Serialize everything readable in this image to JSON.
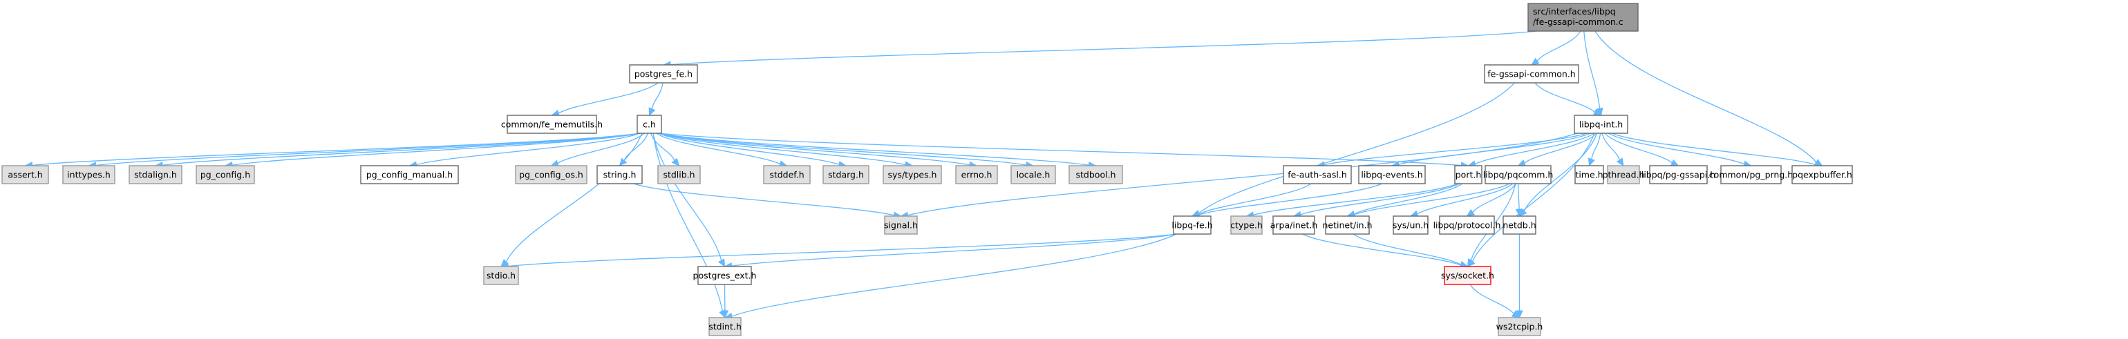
{
  "title": "Include dependency graph for fe-gssapi-common.c",
  "colors": {
    "edge": "#63b8ff",
    "root_fill": "#999999",
    "normal_fill": "#ffffff",
    "system_fill": "#e0e0e0",
    "missing_fill": "#fff0f0",
    "missing_border": "#ff0000"
  },
  "nodes": [
    {
      "id": "root",
      "label": [
        "src/interfaces/libpq",
        "/fe-gssapi-common.c"
      ],
      "kind": "root"
    },
    {
      "id": "postgres_fe",
      "label": [
        "postgres_fe.h"
      ],
      "kind": "normal"
    },
    {
      "id": "fe_gssapi_common_h",
      "label": [
        "fe-gssapi-common.h"
      ],
      "kind": "normal"
    },
    {
      "id": "fe_memutils",
      "label": [
        "common/fe_memutils.h"
      ],
      "kind": "normal"
    },
    {
      "id": "c_h",
      "label": [
        "c.h"
      ],
      "kind": "normal"
    },
    {
      "id": "libpq_int",
      "label": [
        "libpq-int.h"
      ],
      "kind": "normal"
    },
    {
      "id": "assert",
      "label": [
        "assert.h"
      ],
      "kind": "system"
    },
    {
      "id": "inttypes",
      "label": [
        "inttypes.h"
      ],
      "kind": "system"
    },
    {
      "id": "stdalign",
      "label": [
        "stdalign.h"
      ],
      "kind": "system"
    },
    {
      "id": "pg_config",
      "label": [
        "pg_config.h"
      ],
      "kind": "system"
    },
    {
      "id": "pg_config_manual",
      "label": [
        "pg_config_manual.h"
      ],
      "kind": "normal"
    },
    {
      "id": "pg_config_os",
      "label": [
        "pg_config_os.h"
      ],
      "kind": "system"
    },
    {
      "id": "string",
      "label": [
        "string.h"
      ],
      "kind": "normal"
    },
    {
      "id": "stdlib",
      "label": [
        "stdlib.h"
      ],
      "kind": "system"
    },
    {
      "id": "stddef",
      "label": [
        "stddef.h"
      ],
      "kind": "system"
    },
    {
      "id": "stdarg",
      "label": [
        "stdarg.h"
      ],
      "kind": "system"
    },
    {
      "id": "sys_types",
      "label": [
        "sys/types.h"
      ],
      "kind": "system"
    },
    {
      "id": "errno",
      "label": [
        "errno.h"
      ],
      "kind": "system"
    },
    {
      "id": "locale",
      "label": [
        "locale.h"
      ],
      "kind": "system"
    },
    {
      "id": "stdbool",
      "label": [
        "stdbool.h"
      ],
      "kind": "system"
    },
    {
      "id": "fe_auth_sasl",
      "label": [
        "fe-auth-sasl.h"
      ],
      "kind": "normal"
    },
    {
      "id": "libpq_events",
      "label": [
        "libpq-events.h"
      ],
      "kind": "normal"
    },
    {
      "id": "port",
      "label": [
        "port.h"
      ],
      "kind": "normal"
    },
    {
      "id": "pqcomm",
      "label": [
        "libpq/pqcomm.h"
      ],
      "kind": "normal"
    },
    {
      "id": "time",
      "label": [
        "time.h"
      ],
      "kind": "normal"
    },
    {
      "id": "pthread",
      "label": [
        "pthread.h"
      ],
      "kind": "system"
    },
    {
      "id": "pg_gssapi",
      "label": [
        "libpq/pg-gssapi.h"
      ],
      "kind": "normal"
    },
    {
      "id": "pg_prng",
      "label": [
        "common/pg_prng.h"
      ],
      "kind": "normal"
    },
    {
      "id": "pqexpbuffer",
      "label": [
        "pqexpbuffer.h"
      ],
      "kind": "normal"
    },
    {
      "id": "signal",
      "label": [
        "signal.h"
      ],
      "kind": "system"
    },
    {
      "id": "libpq_fe",
      "label": [
        "libpq-fe.h"
      ],
      "kind": "normal"
    },
    {
      "id": "ctype",
      "label": [
        "ctype.h"
      ],
      "kind": "system"
    },
    {
      "id": "arpa_inet",
      "label": [
        "arpa/inet.h"
      ],
      "kind": "normal"
    },
    {
      "id": "netinet_in",
      "label": [
        "netinet/in.h"
      ],
      "kind": "normal"
    },
    {
      "id": "sys_un",
      "label": [
        "sys/un.h"
      ],
      "kind": "normal"
    },
    {
      "id": "protocol",
      "label": [
        "libpq/protocol.h"
      ],
      "kind": "normal"
    },
    {
      "id": "netdb",
      "label": [
        "netdb.h"
      ],
      "kind": "normal"
    },
    {
      "id": "stdio",
      "label": [
        "stdio.h"
      ],
      "kind": "system"
    },
    {
      "id": "postgres_ext",
      "label": [
        "postgres_ext.h"
      ],
      "kind": "normal"
    },
    {
      "id": "sys_socket",
      "label": [
        "sys/socket.h"
      ],
      "kind": "missing"
    },
    {
      "id": "stdint",
      "label": [
        "stdint.h"
      ],
      "kind": "system"
    },
    {
      "id": "ws2tcpip",
      "label": [
        "ws2tcpip.h"
      ],
      "kind": "system"
    }
  ],
  "edges": [
    [
      "root",
      "postgres_fe"
    ],
    [
      "root",
      "fe_gssapi_common_h"
    ],
    [
      "root",
      "libpq_int"
    ],
    [
      "root",
      "pqexpbuffer"
    ],
    [
      "postgres_fe",
      "fe_memutils"
    ],
    [
      "postgres_fe",
      "c_h"
    ],
    [
      "fe_gssapi_common_h",
      "libpq_int"
    ],
    [
      "fe_gssapi_common_h",
      "libpq_fe"
    ],
    [
      "c_h",
      "assert"
    ],
    [
      "c_h",
      "inttypes"
    ],
    [
      "c_h",
      "stdalign"
    ],
    [
      "c_h",
      "pg_config"
    ],
    [
      "c_h",
      "pg_config_manual"
    ],
    [
      "c_h",
      "pg_config_os"
    ],
    [
      "c_h",
      "string"
    ],
    [
      "c_h",
      "stdlib"
    ],
    [
      "c_h",
      "stddef"
    ],
    [
      "c_h",
      "stdarg"
    ],
    [
      "c_h",
      "sys_types"
    ],
    [
      "c_h",
      "errno"
    ],
    [
      "c_h",
      "locale"
    ],
    [
      "c_h",
      "stdbool"
    ],
    [
      "c_h",
      "port"
    ],
    [
      "c_h",
      "stdio"
    ],
    [
      "c_h",
      "postgres_ext"
    ],
    [
      "c_h",
      "stdint"
    ],
    [
      "string",
      "signal"
    ],
    [
      "libpq_int",
      "signal"
    ],
    [
      "libpq_int",
      "fe_auth_sasl"
    ],
    [
      "libpq_int",
      "libpq_events"
    ],
    [
      "libpq_int",
      "port"
    ],
    [
      "libpq_int",
      "pqcomm"
    ],
    [
      "libpq_int",
      "time"
    ],
    [
      "libpq_int",
      "pthread"
    ],
    [
      "libpq_int",
      "pg_gssapi"
    ],
    [
      "libpq_int",
      "pg_prng"
    ],
    [
      "libpq_int",
      "pqexpbuffer"
    ],
    [
      "libpq_int",
      "sys_socket"
    ],
    [
      "libpq_int",
      "netdb"
    ],
    [
      "fe_auth_sasl",
      "libpq_fe"
    ],
    [
      "libpq_events",
      "libpq_fe"
    ],
    [
      "libpq_fe",
      "stdio"
    ],
    [
      "libpq_fe",
      "postgres_ext"
    ],
    [
      "libpq_fe",
      "stdint"
    ],
    [
      "port",
      "ctype"
    ],
    [
      "port",
      "arpa_inet"
    ],
    [
      "port",
      "netinet_in"
    ],
    [
      "pqcomm",
      "netinet_in"
    ],
    [
      "pqcomm",
      "sys_socket"
    ],
    [
      "pqcomm",
      "sys_un"
    ],
    [
      "pqcomm",
      "protocol"
    ],
    [
      "pqcomm",
      "netdb"
    ],
    [
      "arpa_inet",
      "sys_socket"
    ],
    [
      "netinet_in",
      "sys_socket"
    ],
    [
      "sys_socket",
      "ws2tcpip"
    ],
    [
      "netdb",
      "ws2tcpip"
    ],
    [
      "postgres_ext",
      "stdint"
    ]
  ]
}
